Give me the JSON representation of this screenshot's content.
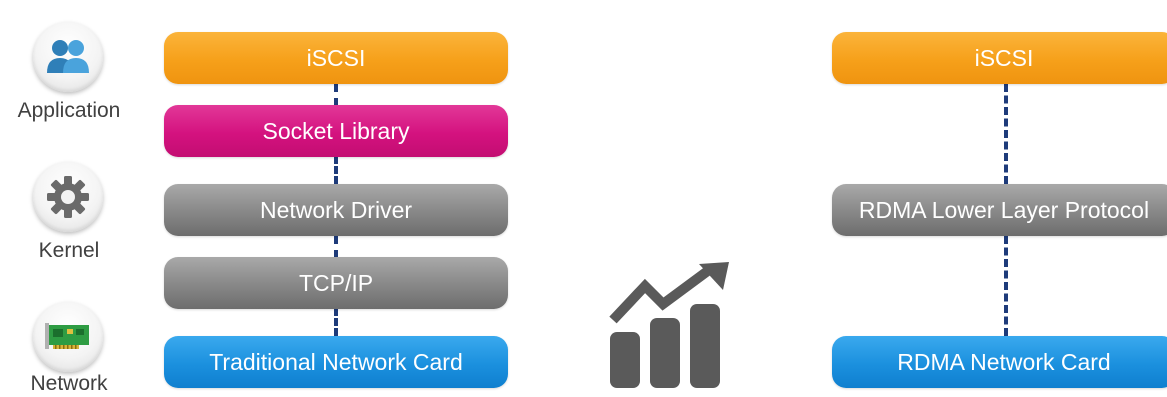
{
  "sidebar": {
    "application_label": "Application",
    "kernel_label": "Kernel",
    "network_label": "Network",
    "icons": [
      "users-icon",
      "gear-icon",
      "network-card-icon"
    ]
  },
  "traditional_stack": {
    "layers": [
      "iSCSI",
      "Socket Library",
      "Network Driver",
      "TCP/IP",
      "Traditional Network Card"
    ]
  },
  "rdma_stack": {
    "layers": [
      "iSCSI",
      "RDMA Lower Layer Protocol",
      "RDMA Network Card"
    ]
  },
  "center_icon": "growth-chart-icon",
  "colors": {
    "iscsi": "#f6a01a",
    "socket_library": "#d4127f",
    "driver_layers": "#8a8a8a",
    "network_card": "#1b90de",
    "connector": "#1e3b7a",
    "icon_gray": "#5a5a5a"
  }
}
